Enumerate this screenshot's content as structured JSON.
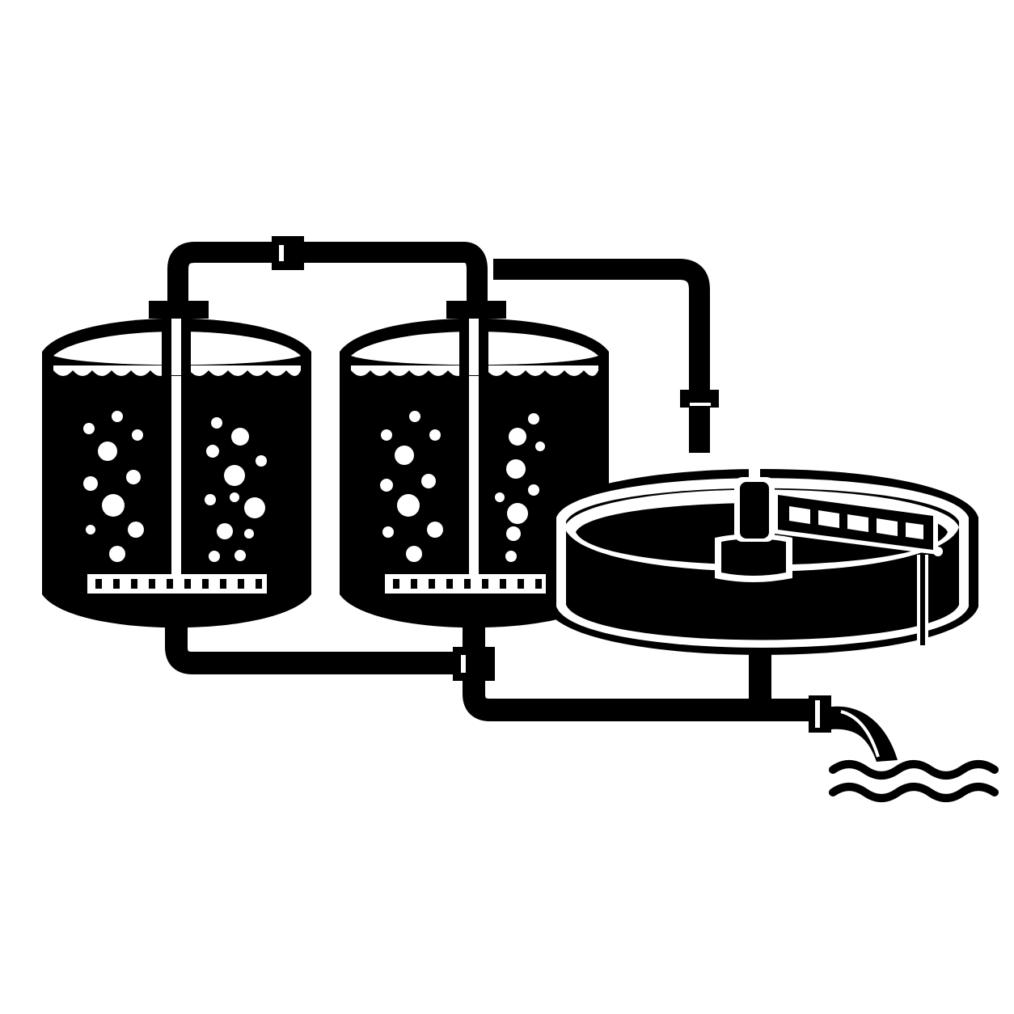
{
  "illustration": {
    "subject": "wastewater-treatment-plant-icon",
    "colors": {
      "ink": "#000000",
      "paper": "#ffffff"
    },
    "components": {
      "aeration_tanks": 2,
      "clarifier": 1,
      "outfall": 1
    }
  }
}
